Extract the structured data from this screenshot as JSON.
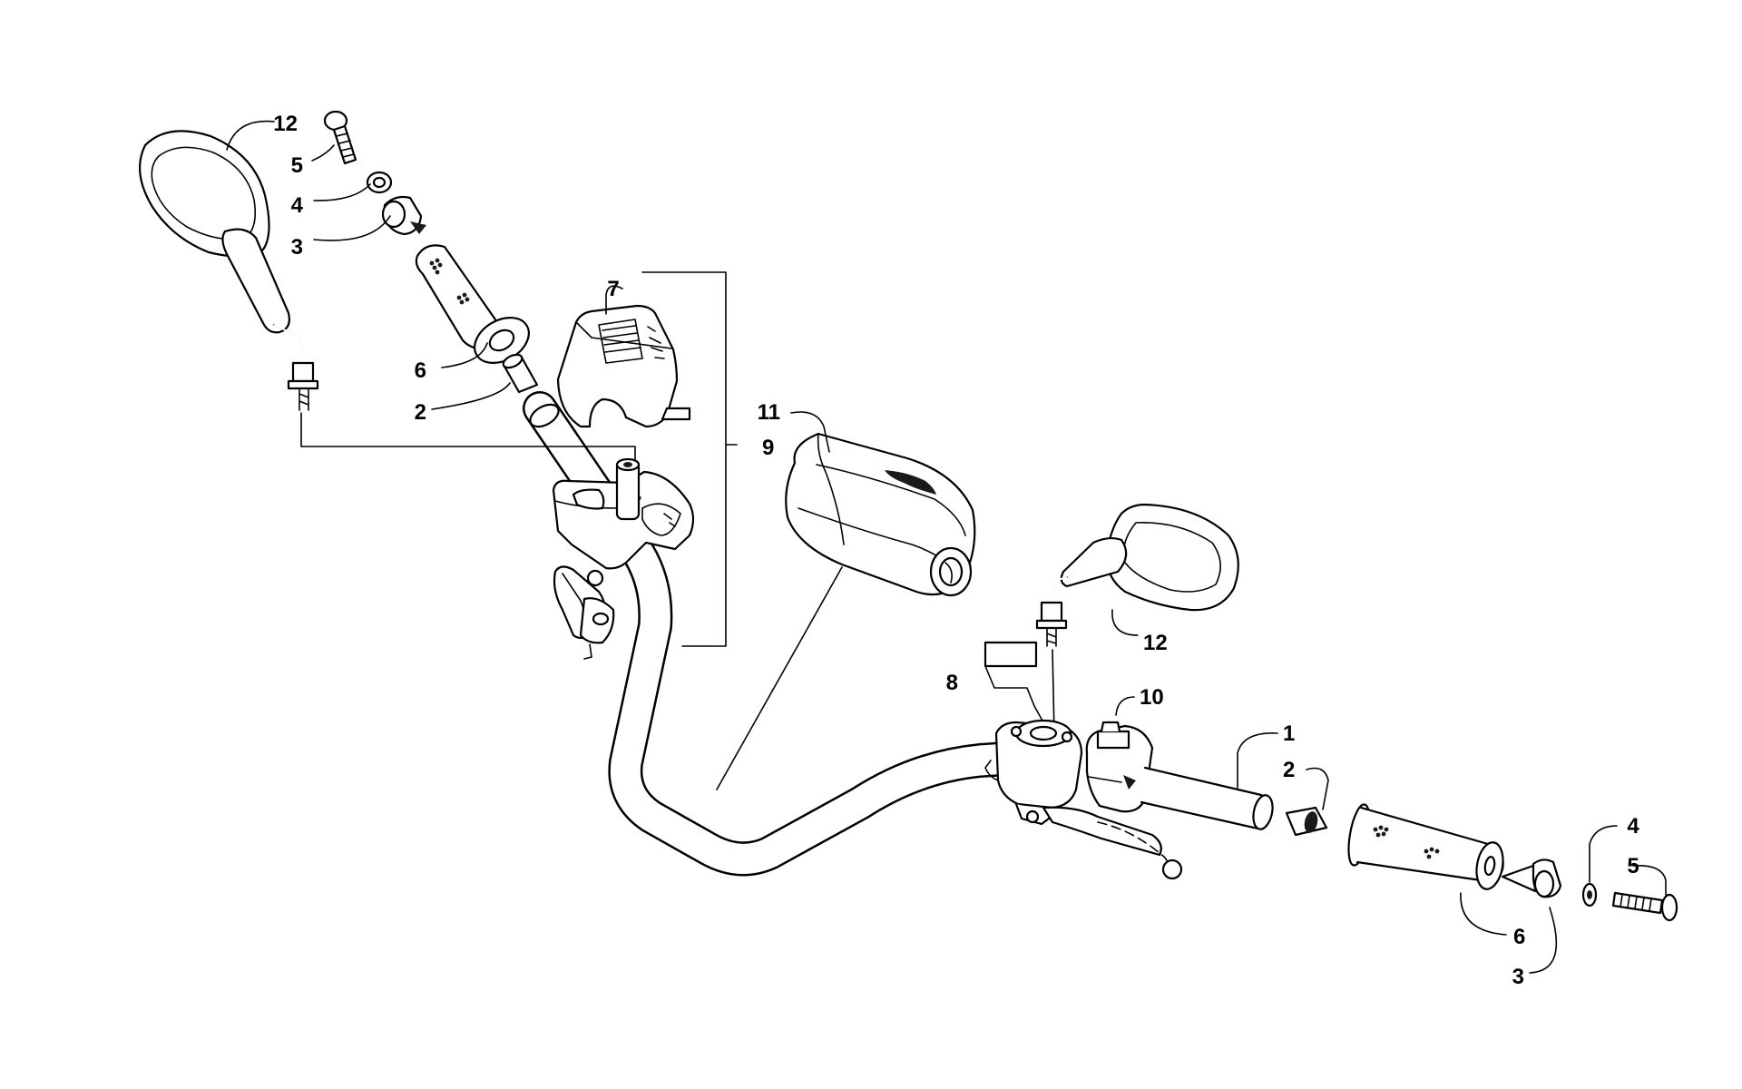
{
  "diagram": {
    "callouts": {
      "c1": "1",
      "c2a": "2",
      "c2b": "2",
      "c3a": "3",
      "c3b": "3",
      "c4a": "4",
      "c4b": "4",
      "c5a": "5",
      "c5b": "5",
      "c6a": "6",
      "c6b": "6",
      "c7": "7",
      "c8": "8",
      "c9": "9",
      "c10": "10",
      "c11": "11",
      "c12a": "12",
      "c12b": "12"
    }
  }
}
